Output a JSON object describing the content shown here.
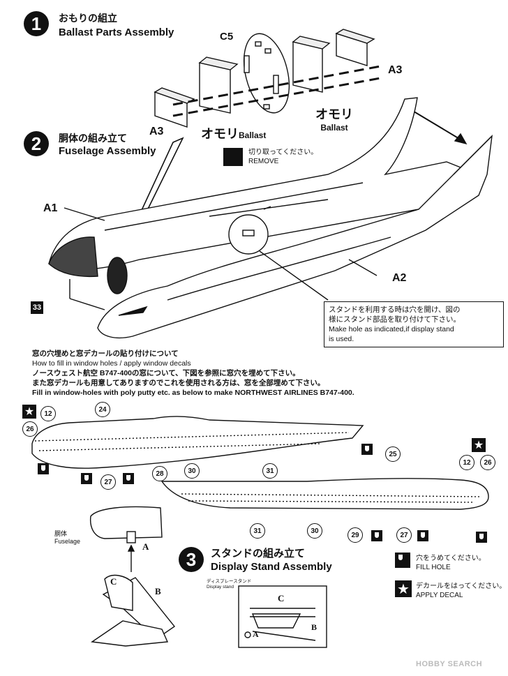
{
  "step1": {
    "number": "1",
    "title_jp": "おもりの組立",
    "title_en": "Ballast Parts Assembly"
  },
  "step2": {
    "number": "2",
    "title_jp": "胴体の組み立て",
    "title_en": "Fuselage Assembly"
  },
  "step3": {
    "number": "3",
    "title_jp": "スタンドの組み立て",
    "title_en": "Display Stand Assembly"
  },
  "parts": {
    "c5": "C5",
    "a3_left": "A3",
    "a3_right": "A3",
    "a1": "A1",
    "a2": "A2",
    "p33": "33",
    "ballast_jp_left": "オモリ",
    "ballast_en_left": "Ballast",
    "ballast_jp_right": "オモリ",
    "ballast_en_right": "Ballast"
  },
  "remove": {
    "jp": "切り取ってください。",
    "en": "REMOVE"
  },
  "stand_note": {
    "jp1": "スタンドを利用する時は穴を開け、図の",
    "jp2": "様にスタンド部品を取り付けて下さい。",
    "en1": "Make hole as indicated,if display stand",
    "en2": "is used."
  },
  "window": {
    "l1": "窓の穴埋めと窓デカールの貼り付けについて",
    "l2": "How to fill in window holes / apply window decals",
    "l3": "ノースウェスト航空 B747-400の窓について、下図を参照に窓穴を埋めて下さい。",
    "l4": "また窓デカールも用意してありますのでこれを使用される方は、窓を全部埋めて下さい。",
    "l5": "Fill in window-holes with poly putty etc. as below to make NORTHWEST AIRLINES B747-400."
  },
  "callouts_left": [
    "12",
    "24",
    "26",
    "27",
    "28",
    "30",
    "31"
  ],
  "callouts_right": [
    "25",
    "12",
    "26",
    "29",
    "27",
    "31",
    "30"
  ],
  "fuselage_label": {
    "jp": "胴体",
    "en": "Fuselage"
  },
  "stand_parts": {
    "a": "A",
    "b": "B",
    "c": "C",
    "frame_title_jp": "ディスプレースタンド",
    "frame_title_en": "Display stand",
    "frame_c": "C",
    "frame_a": "A",
    "frame_b": "B"
  },
  "legend": {
    "fill_jp": "穴をうめてください。",
    "fill_en": "FILL HOLE",
    "decal_jp": "デカールをはってください。",
    "decal_en": "APPLY DECAL"
  },
  "watermark": "HOBBY SEARCH"
}
